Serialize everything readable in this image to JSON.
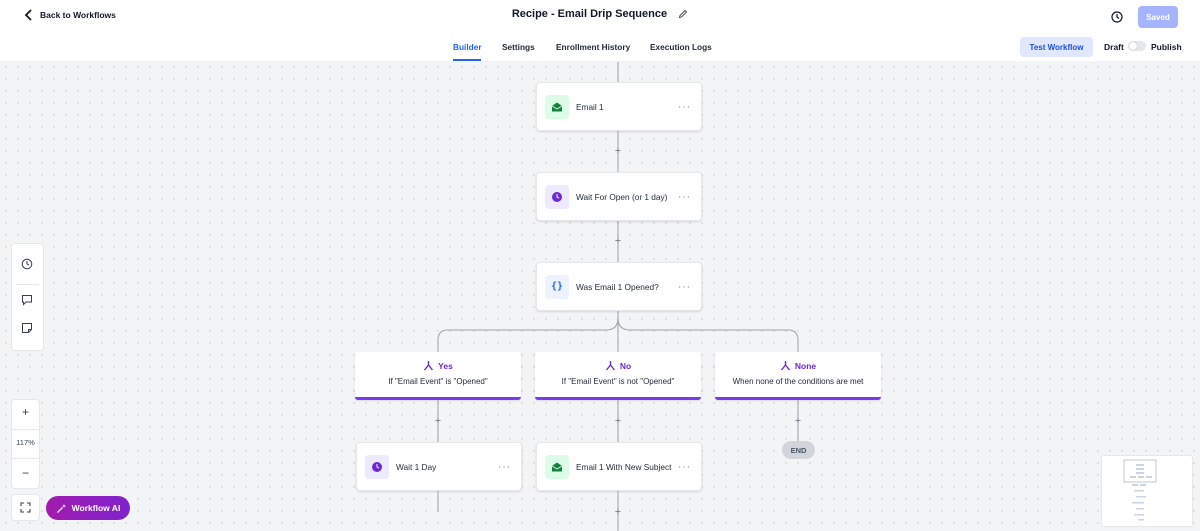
{
  "header": {
    "back_label": "Back to Workflows",
    "title": "Recipe - Email Drip Sequence",
    "saved_label": "Saved"
  },
  "tabs": [
    {
      "label": "Builder",
      "active": true
    },
    {
      "label": "Settings"
    },
    {
      "label": "Enrollment History"
    },
    {
      "label": "Execution Logs"
    }
  ],
  "actions": {
    "test_label": "Test Workflow",
    "draft_label": "Draft",
    "publish_label": "Publish"
  },
  "nodes": {
    "email1": {
      "label": "Email 1",
      "icon": "email-icon"
    },
    "wait_open": {
      "label": "Wait For Open (or 1 day)",
      "icon": "clock-icon"
    },
    "condition": {
      "label": "Was Email 1 Opened?",
      "icon": "braces-icon"
    },
    "wait1day": {
      "label": "Wait 1 Day",
      "icon": "clock-icon"
    },
    "email_new": {
      "label": "Email 1 With New Subject",
      "icon": "email-icon"
    },
    "more": "···"
  },
  "branches": {
    "yes": {
      "title": "Yes",
      "sub": "If \"Email Event\" is \"Opened\""
    },
    "no": {
      "title": "No",
      "sub": "If \"Email Event\" is not \"Opened\""
    },
    "none": {
      "title": "None",
      "sub": "When none of the conditions are met"
    }
  },
  "end_label": "END",
  "zoom": {
    "plus": "+",
    "value": "117%",
    "minus": "−"
  },
  "ai_label": "Workflow AI",
  "colors": {
    "accent": "#2563eb",
    "branch": "#7c3aed",
    "email_icon": "#15803d",
    "wait_icon": "#6d28d9"
  }
}
